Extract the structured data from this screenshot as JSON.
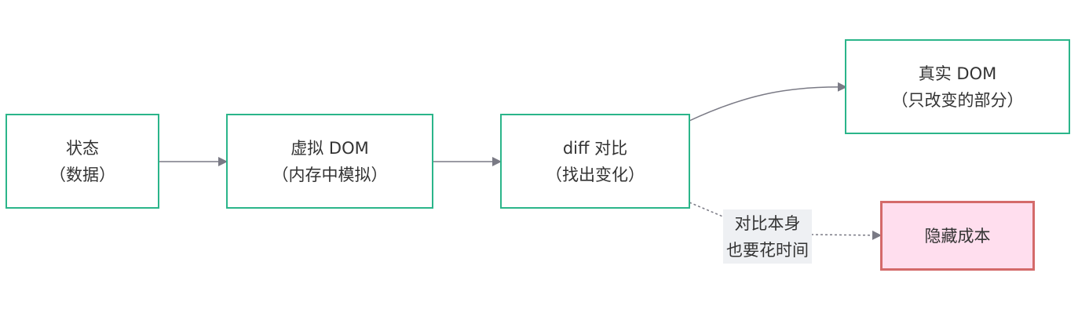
{
  "nodes": {
    "state": {
      "line1": "状态",
      "line2": "（数据）"
    },
    "vdom": {
      "line1": "虚拟 DOM",
      "line2": "（内存中模拟）"
    },
    "diff": {
      "line1": "diff 对比",
      "line2": "（找出变化）"
    },
    "real_dom": {
      "line1": "真实 DOM",
      "line2": "（只改变的部分）"
    },
    "hidden_cost": {
      "line1": "隐藏成本"
    }
  },
  "edge_labels": {
    "diff_to_cost": {
      "line1": "对比本身",
      "line2": "也要花时间"
    }
  },
  "colors": {
    "node_border": "#2bb58a",
    "arrow": "#7a7a85",
    "hidden_cost_fill": "#ffdeee",
    "hidden_cost_border": "#d46a6a",
    "label_background": "#eef0f3"
  }
}
